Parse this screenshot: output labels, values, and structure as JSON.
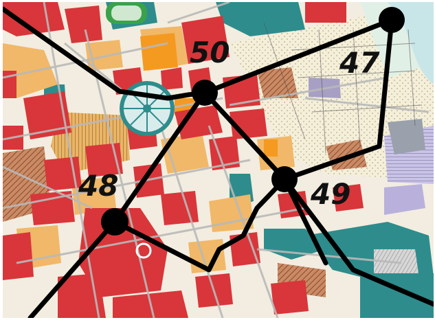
{
  "map": {
    "zones": [
      {
        "label": "50"
      },
      {
        "label": "47"
      },
      {
        "label": "48"
      },
      {
        "label": "49"
      }
    ],
    "colors": {
      "base": "#f2ede0",
      "residential_red": "#d8363a",
      "commercial_orange": "#f0b868",
      "bright_orange": "#f59a20",
      "teal": "#2e8c8c",
      "street": "#c9c9c9",
      "hatched_brown": "#b07050",
      "light_blue_lilac": "#c9c3e6",
      "green": "#3a9a3a",
      "line": "#000000"
    }
  }
}
